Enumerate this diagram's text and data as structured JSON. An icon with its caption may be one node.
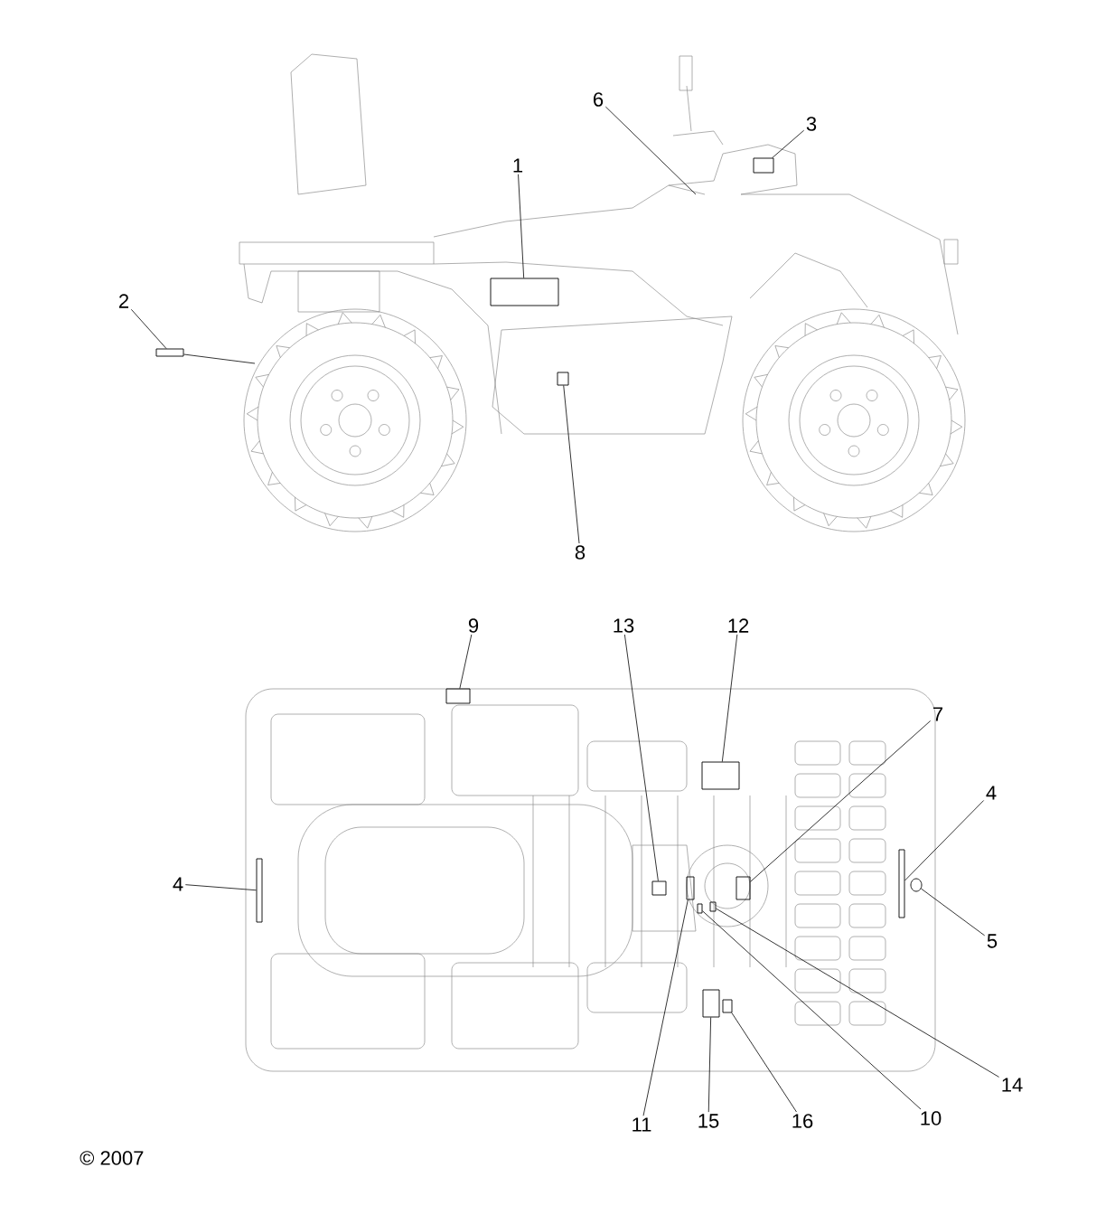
{
  "diagram": {
    "nodes": [
      {
        "text": [
          "1"
        ]
      },
      {
        "text": [],
        "shape": "box"
      },
      {
        "text": [
          "2"
        ]
      },
      {
        "text": [],
        "shape": "box"
      },
      {
        "text": [
          "3"
        ]
      },
      {
        "text": [],
        "shape": "box"
      },
      {
        "text": [
          "6"
        ]
      },
      {
        "text": [
          "8"
        ]
      },
      {
        "text": [],
        "shape": "box"
      },
      {
        "text": [
          "9"
        ]
      },
      {
        "text": [],
        "shape": "box"
      },
      {
        "text": [
          "13"
        ]
      },
      {
        "text": [],
        "shape": "box"
      },
      {
        "text": [
          "12"
        ]
      },
      {
        "text": [],
        "shape": "box"
      },
      {
        "text": [
          "7"
        ]
      },
      {
        "text": [],
        "shape": "box"
      },
      {
        "text": [
          "4"
        ]
      },
      {
        "text": [],
        "shape": "box"
      },
      {
        "text": [
          "4"
        ]
      },
      {
        "text": [],
        "shape": "box"
      },
      {
        "text": [
          "5"
        ]
      },
      {
        "text": [],
        "shape": "circle"
      },
      {
        "text": [
          "11"
        ]
      },
      {
        "text": [],
        "shape": "box"
      },
      {
        "text": [
          "15"
        ]
      },
      {
        "text": [],
        "shape": "box"
      },
      {
        "text": [
          "16"
        ]
      },
      {
        "text": [],
        "shape": "box"
      },
      {
        "text": [
          "10"
        ]
      },
      {
        "text": [],
        "shape": "box"
      },
      {
        "text": [
          "14"
        ]
      },
      {
        "text": [],
        "shape": "box"
      }
    ],
    "edges": [
      {
        "from": 0,
        "to": 1,
        "arrow": "none"
      },
      {
        "from": 2,
        "to": 3,
        "arrow": "none"
      },
      {
        "from": 3,
        "to": null,
        "arrow": "none"
      },
      {
        "from": 4,
        "to": 5,
        "arrow": "none"
      },
      {
        "from": 6,
        "to": null,
        "arrow": "none"
      },
      {
        "from": 7,
        "to": 8,
        "arrow": "none"
      },
      {
        "from": 9,
        "to": 10,
        "arrow": "none"
      },
      {
        "from": 11,
        "to": 12,
        "arrow": "none"
      },
      {
        "from": 13,
        "to": 14,
        "arrow": "none"
      },
      {
        "from": 15,
        "to": 16,
        "arrow": "none"
      },
      {
        "from": 17,
        "to": 18,
        "arrow": "none"
      },
      {
        "from": 19,
        "to": 20,
        "arrow": "none"
      },
      {
        "from": 21,
        "to": 22,
        "arrow": "none"
      },
      {
        "from": 23,
        "to": 24,
        "arrow": "none"
      },
      {
        "from": 25,
        "to": 26,
        "arrow": "none"
      },
      {
        "from": 27,
        "to": 28,
        "arrow": "none"
      },
      {
        "from": 29,
        "to": 30,
        "arrow": "none"
      },
      {
        "from": 31,
        "to": 32,
        "arrow": "none"
      }
    ],
    "labels": [
      "© 2007"
    ]
  }
}
